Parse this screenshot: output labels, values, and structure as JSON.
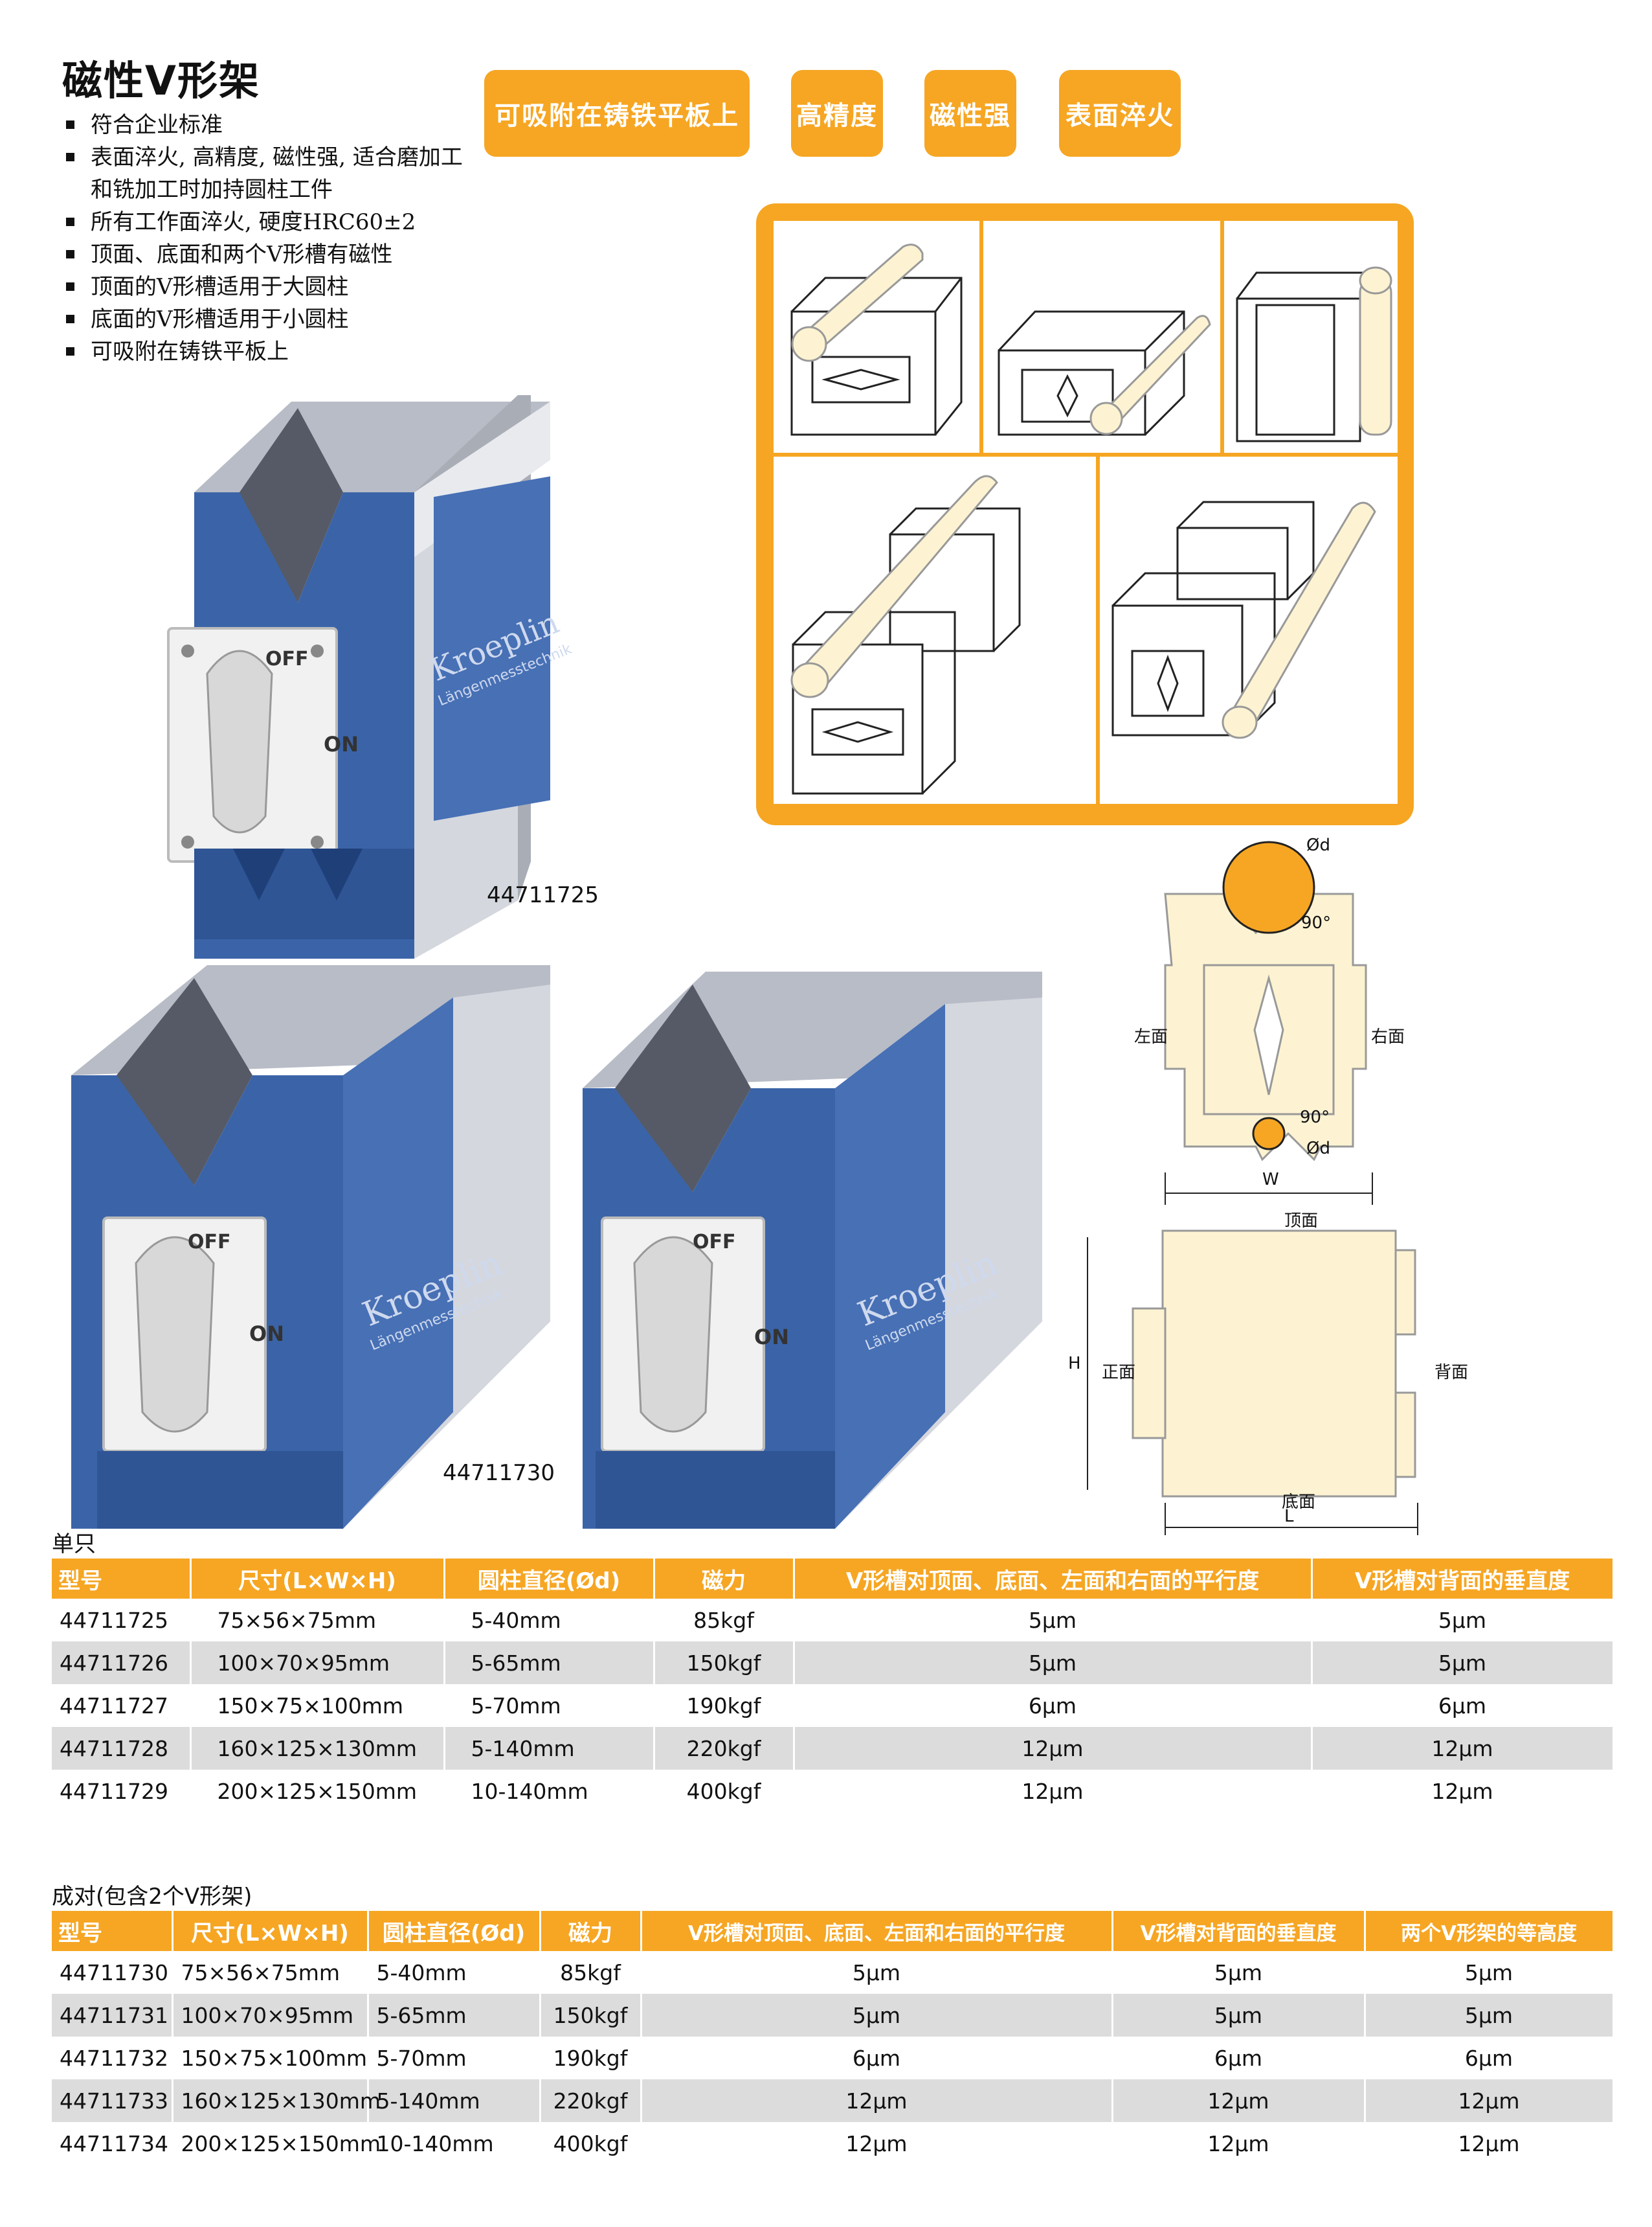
{
  "title": "磁性V形架",
  "features": [
    "符合企业标准",
    "表面淬火, 高精度, 磁性强, 适合磨加工和铣加工时加持圆柱工件",
    "所有工作面淬火, 硬度HRC60±2",
    "顶面、底面和两个V形槽有磁性",
    "顶面的V形槽适用于大圆柱",
    "底面的V形槽适用于小圆柱",
    "可吸附在铸铁平板上"
  ],
  "badges": [
    "可吸附在铸铁平板上",
    "高精度",
    "磁性强",
    "表面淬火"
  ],
  "product": {
    "brand": "Kroeplin",
    "brand_sub": "Längenmesstechnik",
    "switch_off": "OFF",
    "switch_on": "ON",
    "codes": [
      "44711725",
      "44711730"
    ]
  },
  "diagram": {
    "od": "Ød",
    "angle": "90°",
    "left_face": "左面",
    "right_face": "右面",
    "top_face": "顶面",
    "bottom_face": "底面",
    "front_face": "正面",
    "back_face": "背面",
    "w": "W",
    "h": "H",
    "l": "L"
  },
  "table1": {
    "caption": "单只",
    "headers": [
      "型号",
      "尺寸(L×W×H)",
      "圆柱直径(Ød)",
      "磁力",
      "V形槽对顶面、底面、左面和右面的平行度",
      "V形槽对背面的垂直度"
    ],
    "rows": [
      [
        "44711725",
        "75×56×75mm",
        "5-40mm",
        "85kgf",
        "5μm",
        "5μm"
      ],
      [
        "44711726",
        "100×70×95mm",
        "5-65mm",
        "150kgf",
        "5μm",
        "5μm"
      ],
      [
        "44711727",
        "150×75×100mm",
        "5-70mm",
        "190kgf",
        "6μm",
        "6μm"
      ],
      [
        "44711728",
        "160×125×130mm",
        "5-140mm",
        "220kgf",
        "12μm",
        "12μm"
      ],
      [
        "44711729",
        "200×125×150mm",
        "10-140mm",
        "400kgf",
        "12μm",
        "12μm"
      ]
    ]
  },
  "table2": {
    "caption": "成对(包含2个V形架)",
    "headers": [
      "型号",
      "尺寸(L×W×H)",
      "圆柱直径(Ød)",
      "磁力",
      "V形槽对顶面、底面、左面和右面的平行度",
      "V形槽对背面的垂直度",
      "两个V形架的等高度"
    ],
    "rows": [
      [
        "44711730",
        "75×56×75mm",
        "5-40mm",
        "85kgf",
        "5μm",
        "5μm",
        "5μm"
      ],
      [
        "44711731",
        "100×70×95mm",
        "5-65mm",
        "150kgf",
        "5μm",
        "5μm",
        "5μm"
      ],
      [
        "44711732",
        "150×75×100mm",
        "5-70mm",
        "190kgf",
        "6μm",
        "6μm",
        "6μm"
      ],
      [
        "44711733",
        "160×125×130mm",
        "5-140mm",
        "220kgf",
        "12μm",
        "12μm",
        "12μm"
      ],
      [
        "44711734",
        "200×125×150mm",
        "10-140mm",
        "400kgf",
        "12μm",
        "12μm",
        "12μm"
      ]
    ]
  }
}
